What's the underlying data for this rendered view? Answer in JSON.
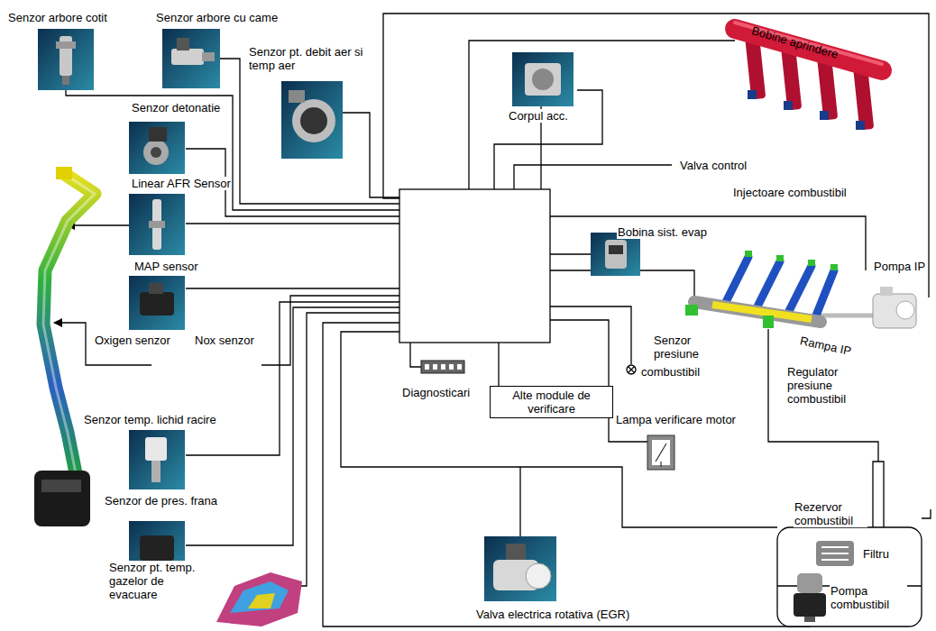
{
  "diagram": {
    "nodes": [
      {
        "text": [
          "Alte module de verificare"
        ]
      }
    ],
    "labels": [
      "Senzor arbore cotit",
      "Senzor arbore cu came",
      "Senzor pt. debit aer si temp aer",
      "Senzor detonatie",
      "Linear AFR Sensor",
      "MAP sensor",
      "Oxigen senzor",
      "Nox senzor",
      "Senzor temp. lichid racire",
      "Senzor de pres. frana",
      "Senzor pt. temp. gazelor de evacuare",
      "Corpul acc.",
      "Bobine aprindere",
      "Valva control",
      "Injectoare combustibil",
      "Bobina sist. evap",
      "Pompa IP",
      "Senzor presiune",
      "combustibil",
      "Rampa IP",
      "Regulator presiune combustibil",
      "Diagnosticari",
      "Lampa verificare motor",
      "Rezervor combustibil",
      "Filtru",
      "Pompa combustibil",
      "Valva electrica rotativa (EGR)"
    ]
  }
}
